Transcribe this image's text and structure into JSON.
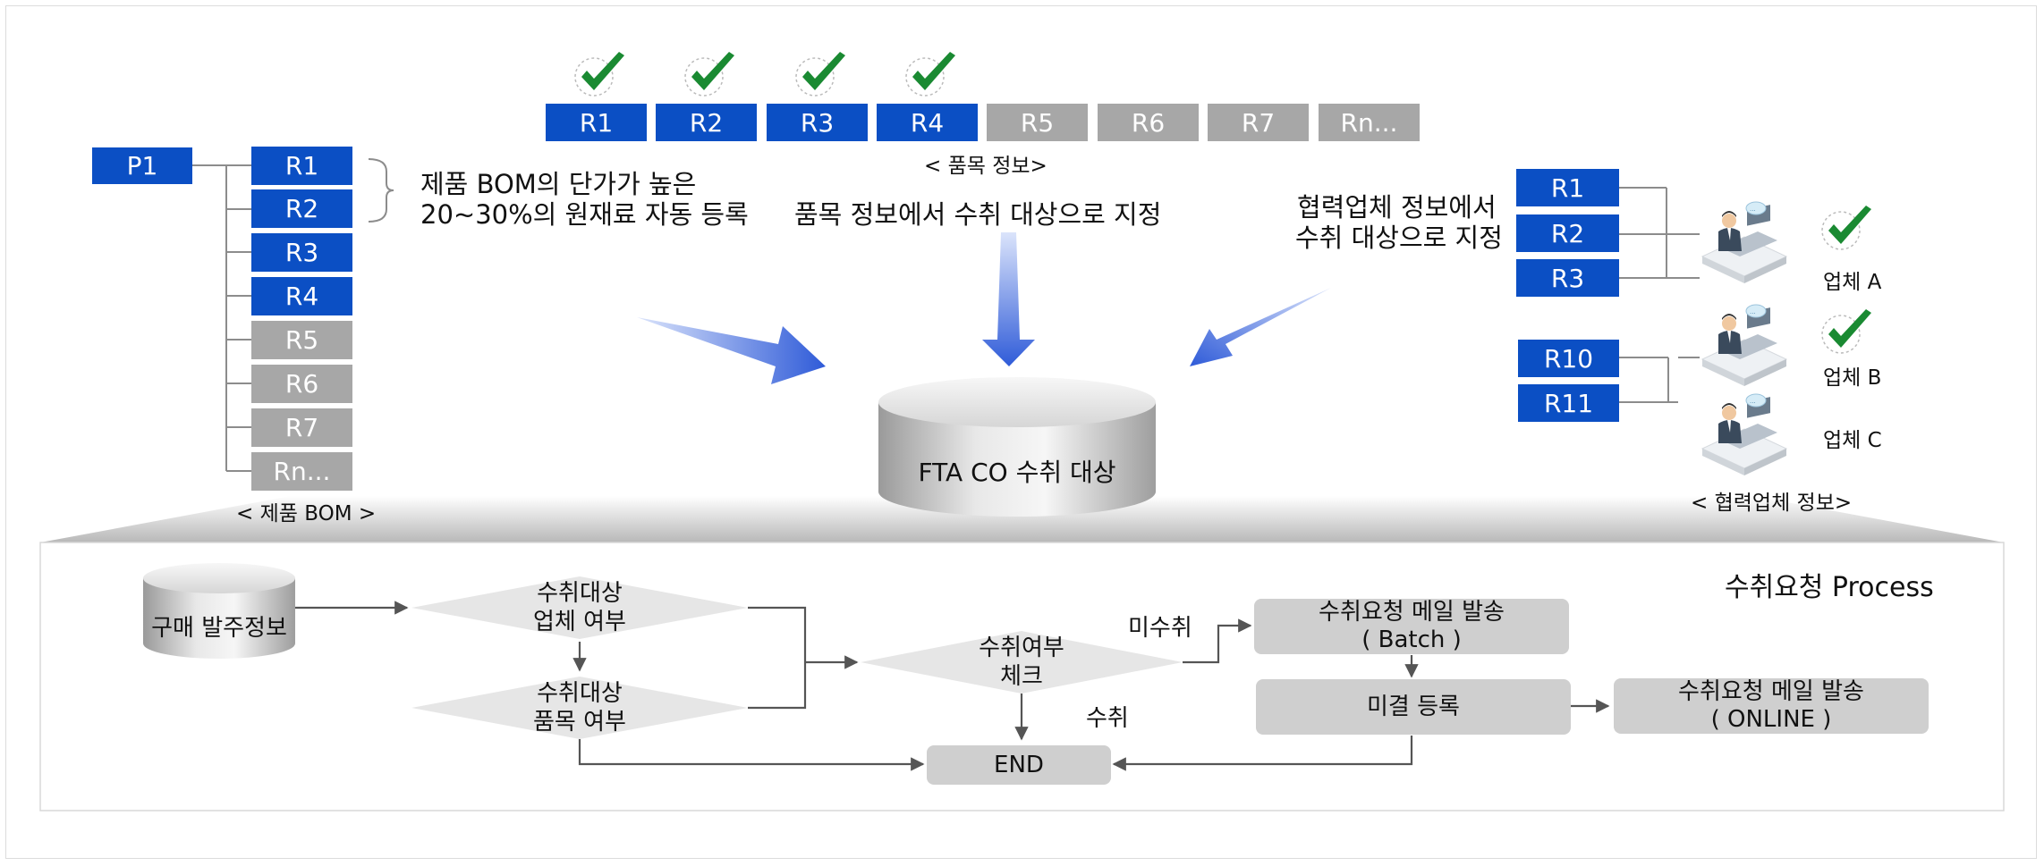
{
  "bom": {
    "parent": "P1",
    "items": [
      {
        "label": "R1",
        "selected": true
      },
      {
        "label": "R2",
        "selected": true
      },
      {
        "label": "R3",
        "selected": true
      },
      {
        "label": "R4",
        "selected": true
      },
      {
        "label": "R5",
        "selected": false
      },
      {
        "label": "R6",
        "selected": false
      },
      {
        "label": "R7",
        "selected": false
      },
      {
        "label": "Rn...",
        "selected": false
      }
    ],
    "caption": "< 제품 BOM >",
    "note_line1": "제품 BOM의 단가가 높은",
    "note_line2": "20~30%의 원재료 자동 등록"
  },
  "items_info": {
    "items": [
      {
        "label": "R1",
        "checked": true
      },
      {
        "label": "R2",
        "checked": true
      },
      {
        "label": "R3",
        "checked": true
      },
      {
        "label": "R4",
        "checked": true
      },
      {
        "label": "R5",
        "checked": false
      },
      {
        "label": "R6",
        "checked": false
      },
      {
        "label": "R7",
        "checked": false
      },
      {
        "label": "Rn...",
        "checked": false
      }
    ],
    "caption": "< 품목 정보>",
    "note": "품목 정보에서 수취 대상으로 지정"
  },
  "vendor": {
    "note_line1": "협력업체 정보에서",
    "note_line2": "수취 대상으로 지정",
    "group_a_items": [
      "R1",
      "R2",
      "R3"
    ],
    "group_b_items": [
      "R10",
      "R11"
    ],
    "vendor_a": "업체 A",
    "vendor_b": "업체 B",
    "vendor_c": "업체 C",
    "caption": "< 협력업체 정보>"
  },
  "target_db": "FTA CO 수취 대상",
  "process": {
    "title": "수취요청 Process",
    "purchase_db": "구매 발주정보",
    "vendor_check": "수취대상\n업체 여부",
    "item_check": "수취대상\n품목 여부",
    "receipt_check": "수취여부\n체크",
    "not_received": "미수취",
    "received": "수취",
    "batch_mail": "수취요청 메일 발송\n( Batch )",
    "pending": "미결 등록",
    "online_mail": "수취요청 메일 발송\n( ONLINE )",
    "end": "END"
  },
  "colors": {
    "selected": "#0b4fc4",
    "unselected": "#a7a7a7",
    "check": "#1a8a32",
    "process_box": "#cfcfcf"
  }
}
